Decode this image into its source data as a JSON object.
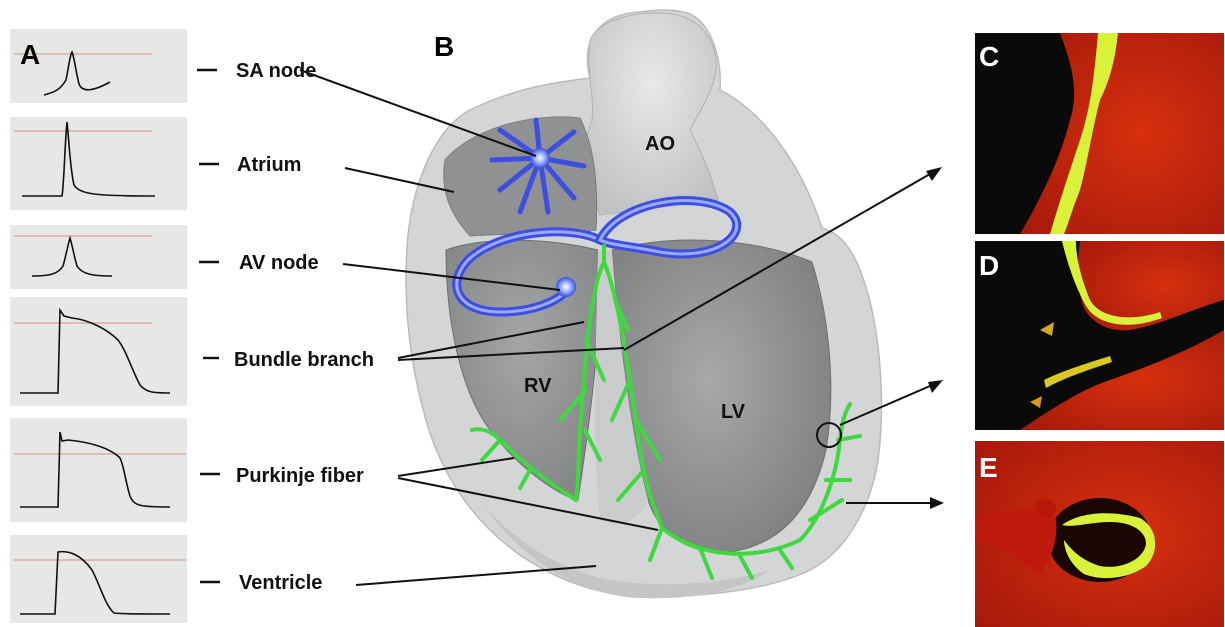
{
  "panels": {
    "a": "A",
    "b": "B",
    "c": "C",
    "d": "D",
    "e": "E"
  },
  "structures": [
    {
      "key": "sa_node",
      "label": "SA node"
    },
    {
      "key": "atrium",
      "label": "Atrium"
    },
    {
      "key": "av_node",
      "label": "AV node"
    },
    {
      "key": "bundle_branch",
      "label": "Bundle branch"
    },
    {
      "key": "purkinje_fiber",
      "label": "Purkinje fiber"
    },
    {
      "key": "ventricle",
      "label": "Ventricle"
    }
  ],
  "chambers": {
    "ao": "AO",
    "rv": "RV",
    "lv": "LV"
  },
  "colors": {
    "trace_bg": "#e6e8e6",
    "threshold_line": "#e08a8a",
    "trace": "#111111",
    "heart_outer": "#d2d4d6",
    "heart_inner": "#9a9c9e",
    "conduction_blue": "#3c4fe0",
    "purkinje_green": "#3fd83f",
    "micro_red": "#c81e0a",
    "micro_yellow": "#d8f23a"
  }
}
